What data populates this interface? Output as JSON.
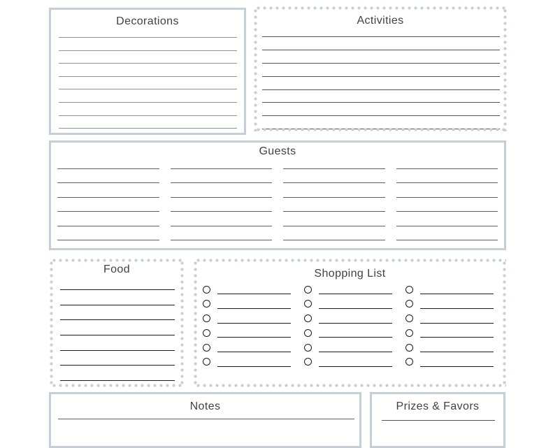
{
  "page": {
    "background": "#ffffff",
    "solid_border_color": "#c4ced7",
    "dot_color": "#c5cfd8",
    "title_color": "#3d4247"
  },
  "sections": {
    "decorations": {
      "title": "Decorations",
      "border": "solid",
      "line_count": 8,
      "line_color": "#8d9499"
    },
    "activities": {
      "title": "Activities",
      "border": "dotted",
      "line_count": 8,
      "line_color": "#4e5358"
    },
    "guests": {
      "title": "Guests",
      "border": "solid",
      "grid": {
        "columns": 4,
        "rows": 6
      },
      "line_color": "#5d6368"
    },
    "food": {
      "title": "Food",
      "border": "dotted",
      "line_count": 7,
      "line_color": "#191c1f"
    },
    "shopping_list": {
      "title": "Shopping List",
      "border": "dotted",
      "grid": {
        "columns": 3,
        "rows": 6,
        "circles": true
      },
      "line_color": "#191c1f"
    },
    "notes": {
      "title": "Notes",
      "border": "solid",
      "line_count": 1,
      "line_color": "#5a6065"
    },
    "prizes_favors": {
      "title": "Prizes & Favors",
      "border": "solid",
      "line_count": 1,
      "line_color": "#4e5358"
    }
  }
}
